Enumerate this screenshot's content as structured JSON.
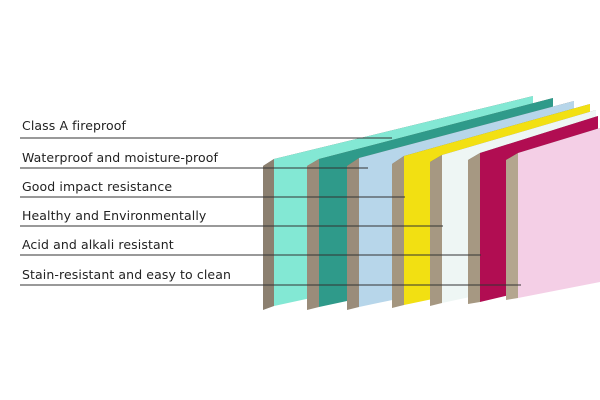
{
  "features": [
    "Class A fireproof",
    "Waterproof and moisture-proof",
    "Good impact resistance",
    "Healthy and Environmentally",
    "Acid and alkali resistant",
    "Stain-resistant and easy to clean"
  ],
  "boards": [
    {
      "name": "aqua",
      "face": "#83e8d4",
      "edge": "#8c8070"
    },
    {
      "name": "teal",
      "face": "#2f9a8a",
      "edge": "#9a8c7a"
    },
    {
      "name": "light-blue",
      "face": "#b7d6ea",
      "edge": "#9a8c7a"
    },
    {
      "name": "yellow",
      "face": "#f2e012",
      "edge": "#a4967f"
    },
    {
      "name": "white",
      "face": "#eef6f4",
      "edge": "#a69882"
    },
    {
      "name": "magenta",
      "face": "#b10d52",
      "edge": "#a69882"
    },
    {
      "name": "light-pink",
      "face": "#f4cfe6",
      "edge": "#b4a68f"
    }
  ],
  "colors": {
    "background": "#ffffff",
    "text": "#222222",
    "leader_line": "#333333"
  }
}
